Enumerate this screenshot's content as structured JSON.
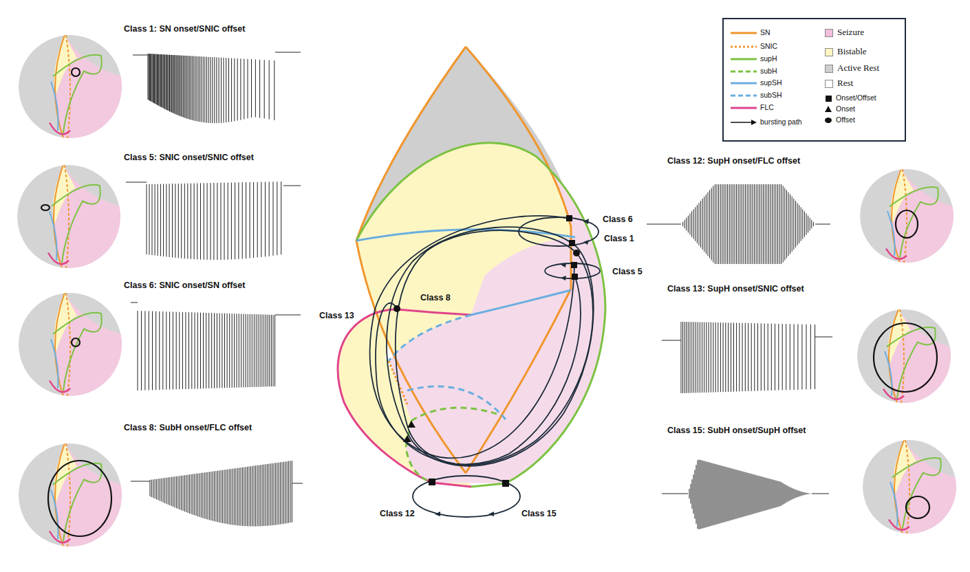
{
  "diagram": {
    "labels": [
      "Class 1: SN onset/SNIC offset",
      "Class 5: SNIC onset/SNIC offset",
      "Class 6: SNIC onset/SN offset",
      "Class 8: SubH onset/FLC offset",
      "Class 12: SupH onset/FLC offset",
      "Class 13: SupH onset/SNIC offset",
      "Class 15: SubH onset/SupH offset",
      "Class 6",
      "Class 1",
      "Class 5",
      "Class 8",
      "Class 13",
      "Class 12",
      "Class 15"
    ],
    "legend": [
      {
        "text": "SN"
      },
      {
        "text": "SNIC"
      },
      {
        "text": "supH"
      },
      {
        "text": "subH"
      },
      {
        "text": "supSH"
      },
      {
        "text": "subSH"
      },
      {
        "text": "FLC"
      },
      {
        "text": "bursting path"
      },
      {
        "text": "Seizure",
        "color": "#f2bedb"
      },
      {
        "text": "Bistable",
        "color": "#fdf6c3"
      },
      {
        "text": "Active Rest",
        "color": "#cfcfcf"
      },
      {
        "text": "Rest",
        "color": "#ffffff"
      },
      {
        "text": "Onset/Offset"
      },
      {
        "text": "Onset"
      },
      {
        "text": "Offset"
      }
    ]
  }
}
